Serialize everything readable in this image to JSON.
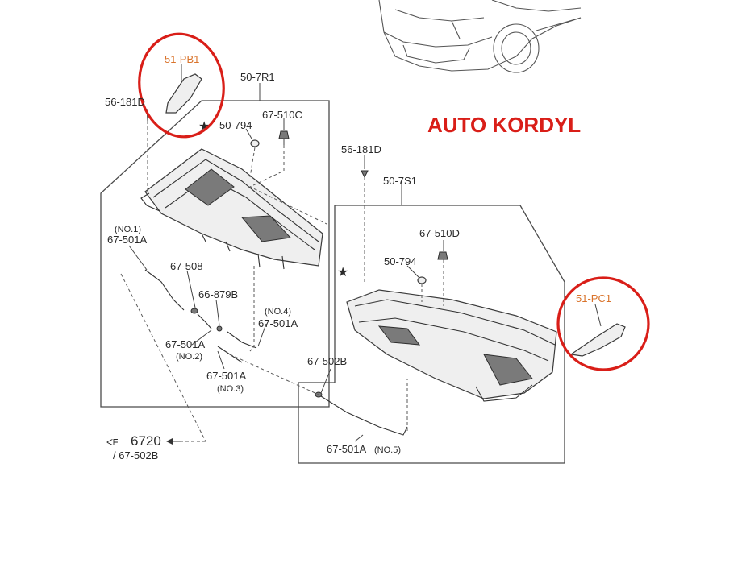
{
  "watermark": "AUTO KORDYL",
  "labels": {
    "l_51pb1": "51-PB1",
    "l_507r1": "50-7R1",
    "l_56181d_left": "56-181D",
    "l_67510c": "67-510C",
    "l_50794_left": "50-794",
    "l_no1": "(NO.1)",
    "l_67501a_no1": "67-501A",
    "l_67508": "67-508",
    "l_66879b": "66-879B",
    "l_no4": "(NO.4)",
    "l_67501a_no4": "67-501A",
    "l_67501a_no2": "67-501A",
    "l_no2": "(NO.2)",
    "l_67501a_no3": "67-501A",
    "l_no3": "(NO.3)",
    "l_6720": "6720",
    "l_67502b_bottom": "/ 67-502B",
    "l_56181d_right": "56-181D",
    "l_507s1": "50-7S1",
    "l_67510d": "67-510D",
    "l_50794_right": "50-794",
    "l_51pc1": "51-PC1",
    "l_67502b_right": "67-502B",
    "l_67501a_no5": "67-501A",
    "l_no5": "(NO.5)"
  },
  "highlight_color": "#d91e18"
}
